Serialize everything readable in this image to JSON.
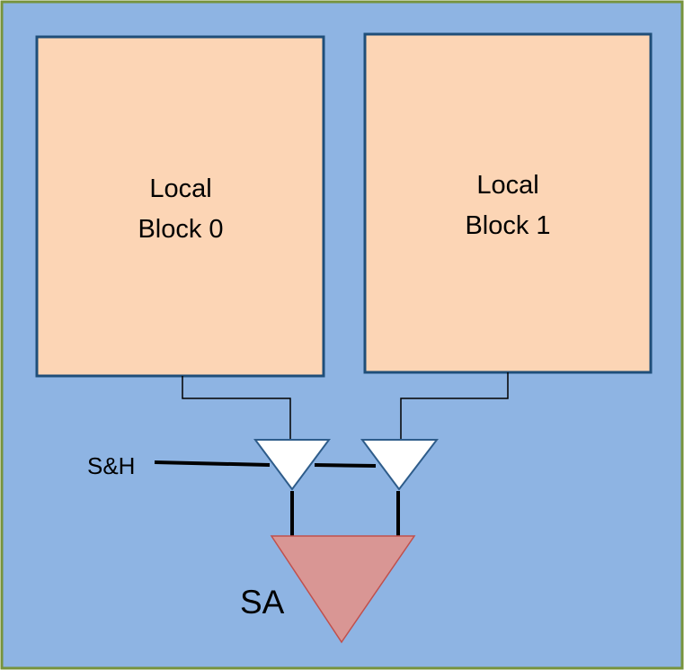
{
  "diagram": {
    "colors": {
      "background": "#8EB4E3",
      "outer_border": "#77933C",
      "block_fill": "#FCD5B5",
      "block_border": "#1F4E79",
      "wire": "#000000",
      "sample_hold_fill": "#FFFFFF",
      "sample_hold_border": "#2E5C8A",
      "sense_amp_fill": "#D99694",
      "sense_amp_border": "#C0504D"
    },
    "blocks": [
      {
        "line1": "Local",
        "line2": "Block 0"
      },
      {
        "line1": "Local",
        "line2": "Block 1"
      }
    ],
    "control_signal": "S&H",
    "sense_amp": "SA"
  }
}
